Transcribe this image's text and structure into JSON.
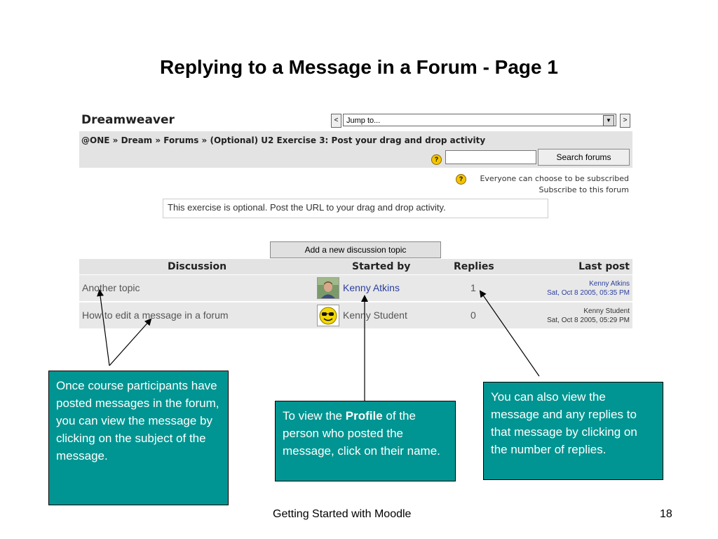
{
  "title": "Replying to a Message in a Forum - Page 1",
  "screenshot": {
    "course_name": "Dreamweaver",
    "jump": {
      "prev": "<",
      "select_value": "Jump to...",
      "next": ">"
    },
    "breadcrumb": {
      "home": "@ONE",
      "sep": " » ",
      "course": "Dream",
      "forums": "Forums",
      "current": "(Optional) U2 Exercise 3: Post your drag and drop activity"
    },
    "search_button": "Search forums",
    "help_icon": "?",
    "subscription_text": "Everyone can choose to be subscribed",
    "subscribe_link": "Subscribe to this forum",
    "intro": "This exercise is optional. Post the URL to your drag and drop activity.",
    "add_topic_button": "Add a new discussion topic",
    "table": {
      "headers": [
        "Discussion",
        "Started by",
        "Replies",
        "Last post"
      ],
      "rows": [
        {
          "subject": "Another topic",
          "author": "Kenny Atkins",
          "replies": "1",
          "last_post_author": "Kenny Atkins",
          "last_post_date": "Sat, Oct 8 2005, 05:35 PM"
        },
        {
          "subject": "How to edit a message in a forum",
          "author": "Kenny Student",
          "replies": "0",
          "last_post_author": "Kenny Student",
          "last_post_date": "Sat, Oct 8 2005, 05:29 PM"
        }
      ]
    }
  },
  "callouts": {
    "subject": "Once course participants  have posted messages in the forum, you can view the message by clicking on the subject of the message.",
    "profile_before": "To view the ",
    "profile_bold": "Profile",
    "profile_after": " of the person who posted the message, click on their name.",
    "replies": "You can also view the message and any replies to that message by clicking on the number of replies."
  },
  "footer": {
    "center": "Getting Started with Moodle",
    "page_number": "18"
  },
  "colors": {
    "callout_bg": "#009592",
    "link": "#2b3f9e"
  }
}
